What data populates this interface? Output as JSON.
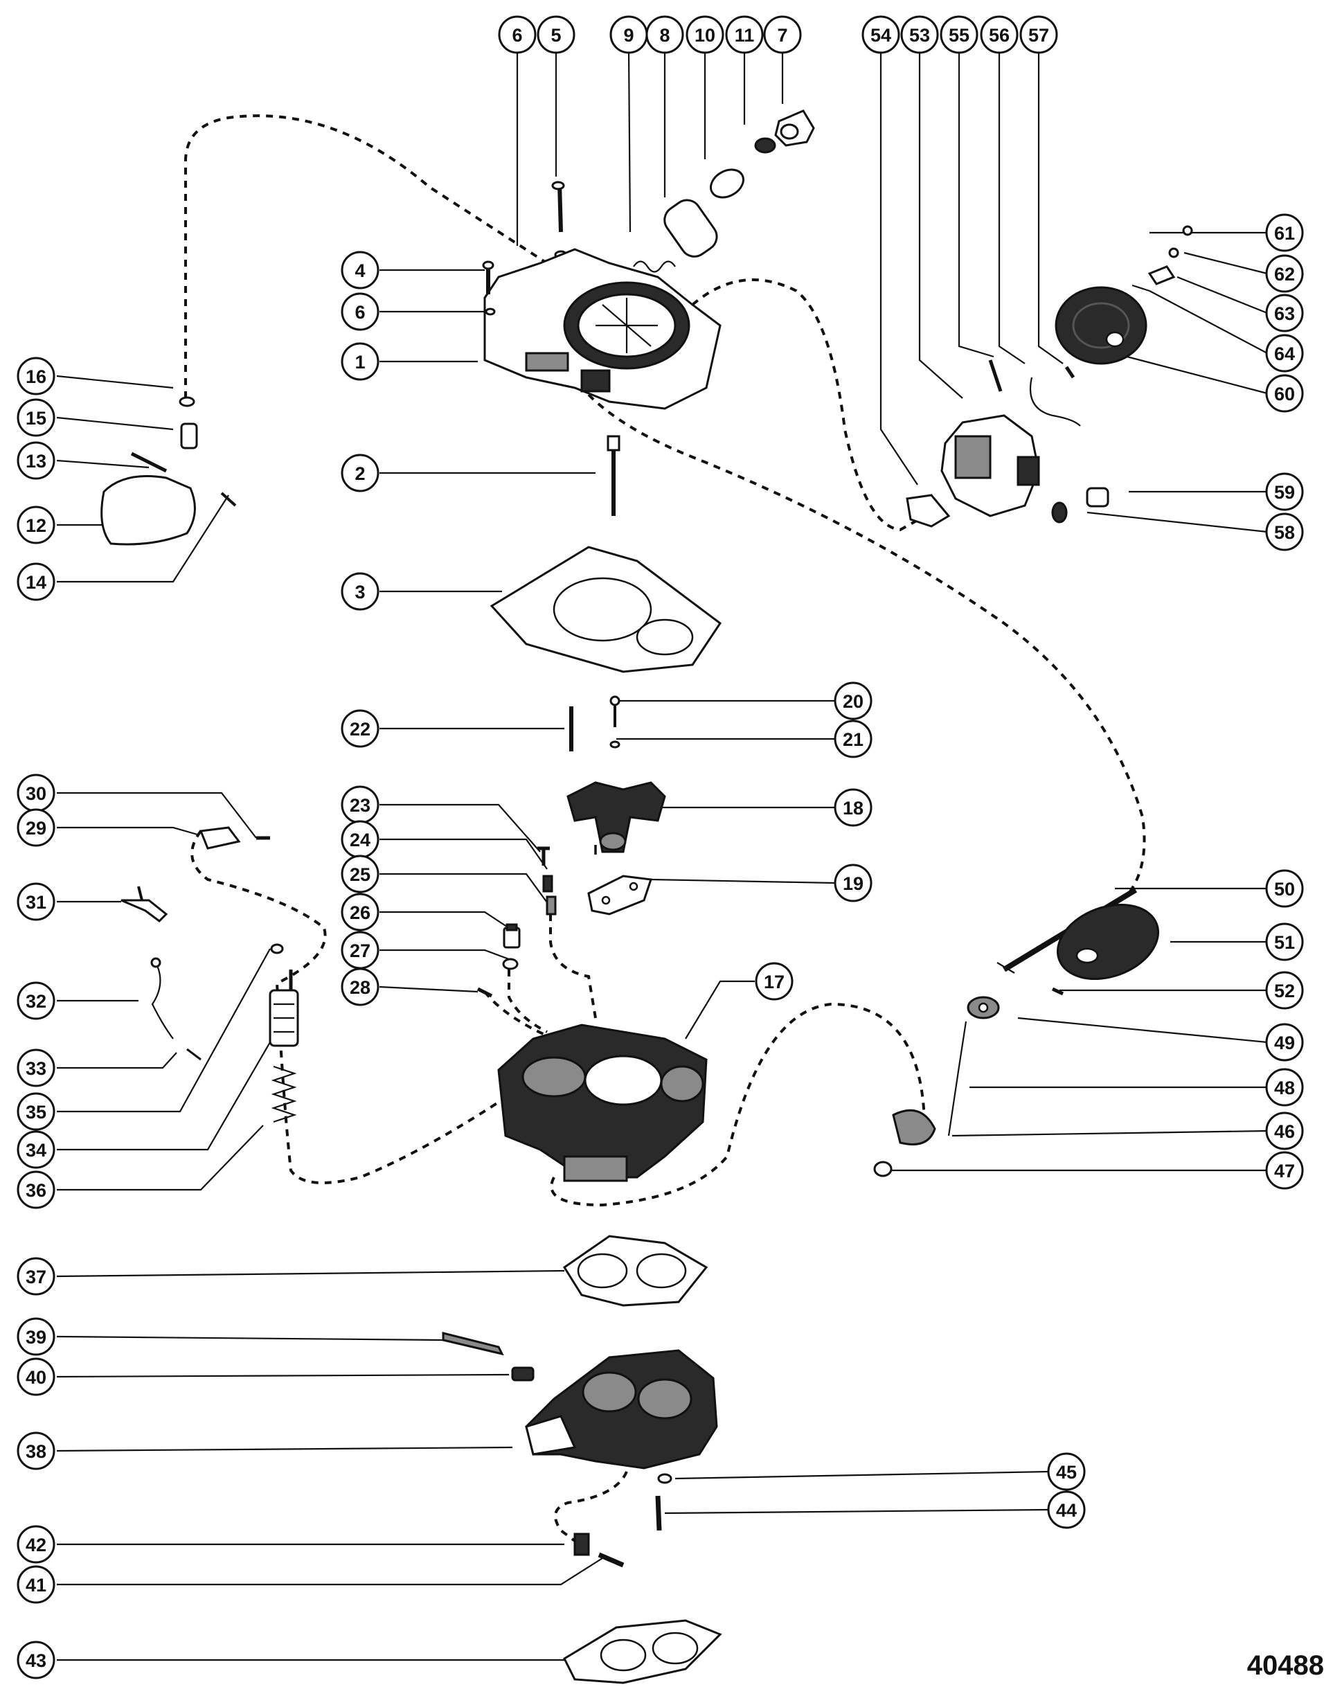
{
  "figure_number": "40488",
  "colors": {
    "ink": "#111111",
    "paper": "#ffffff"
  },
  "callouts": [
    {
      "id": "c6a",
      "label": "6"
    },
    {
      "id": "c5",
      "label": "5"
    },
    {
      "id": "c9",
      "label": "9"
    },
    {
      "id": "c8",
      "label": "8"
    },
    {
      "id": "c10",
      "label": "10"
    },
    {
      "id": "c11",
      "label": "11"
    },
    {
      "id": "c7",
      "label": "7"
    },
    {
      "id": "c54",
      "label": "54"
    },
    {
      "id": "c53",
      "label": "53"
    },
    {
      "id": "c55",
      "label": "55"
    },
    {
      "id": "c56",
      "label": "56"
    },
    {
      "id": "c57",
      "label": "57"
    },
    {
      "id": "c61",
      "label": "61"
    },
    {
      "id": "c62",
      "label": "62"
    },
    {
      "id": "c63",
      "label": "63"
    },
    {
      "id": "c64",
      "label": "64"
    },
    {
      "id": "c60",
      "label": "60"
    },
    {
      "id": "c4",
      "label": "4"
    },
    {
      "id": "c6b",
      "label": "6"
    },
    {
      "id": "c1",
      "label": "1"
    },
    {
      "id": "c16",
      "label": "16"
    },
    {
      "id": "c15",
      "label": "15"
    },
    {
      "id": "c13",
      "label": "13"
    },
    {
      "id": "c12",
      "label": "12"
    },
    {
      "id": "c14",
      "label": "14"
    },
    {
      "id": "c2",
      "label": "2"
    },
    {
      "id": "c3",
      "label": "3"
    },
    {
      "id": "c59",
      "label": "59"
    },
    {
      "id": "c58",
      "label": "58"
    },
    {
      "id": "c22",
      "label": "22"
    },
    {
      "id": "c20",
      "label": "20"
    },
    {
      "id": "c21",
      "label": "21"
    },
    {
      "id": "c30",
      "label": "30"
    },
    {
      "id": "c29",
      "label": "29"
    },
    {
      "id": "c23",
      "label": "23"
    },
    {
      "id": "c24",
      "label": "24"
    },
    {
      "id": "c25",
      "label": "25"
    },
    {
      "id": "c18",
      "label": "18"
    },
    {
      "id": "c19",
      "label": "19"
    },
    {
      "id": "c31",
      "label": "31"
    },
    {
      "id": "c26",
      "label": "26"
    },
    {
      "id": "c27",
      "label": "27"
    },
    {
      "id": "c28",
      "label": "28"
    },
    {
      "id": "c17",
      "label": "17"
    },
    {
      "id": "c50",
      "label": "50"
    },
    {
      "id": "c51",
      "label": "51"
    },
    {
      "id": "c52",
      "label": "52"
    },
    {
      "id": "c32",
      "label": "32"
    },
    {
      "id": "c33",
      "label": "33"
    },
    {
      "id": "c35",
      "label": "35"
    },
    {
      "id": "c34",
      "label": "34"
    },
    {
      "id": "c36",
      "label": "36"
    },
    {
      "id": "c49",
      "label": "49"
    },
    {
      "id": "c48",
      "label": "48"
    },
    {
      "id": "c46",
      "label": "46"
    },
    {
      "id": "c47",
      "label": "47"
    },
    {
      "id": "c37",
      "label": "37"
    },
    {
      "id": "c39",
      "label": "39"
    },
    {
      "id": "c40",
      "label": "40"
    },
    {
      "id": "c38",
      "label": "38"
    },
    {
      "id": "c45",
      "label": "45"
    },
    {
      "id": "c44",
      "label": "44"
    },
    {
      "id": "c42",
      "label": "42"
    },
    {
      "id": "c41",
      "label": "41"
    },
    {
      "id": "c43",
      "label": "43"
    }
  ]
}
